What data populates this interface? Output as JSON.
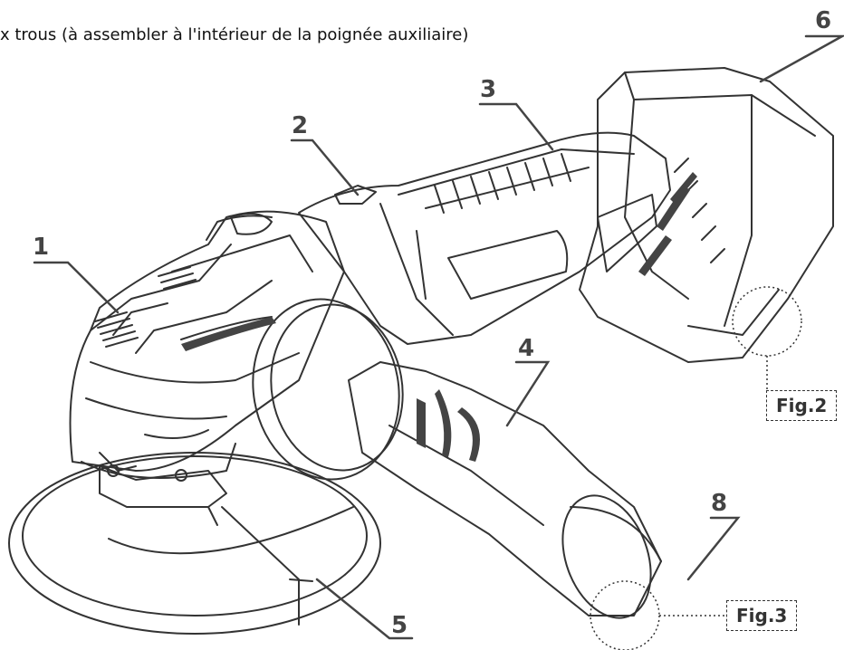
{
  "caption": "x trous (à assembler à l'intérieur de la poignée auxiliaire)",
  "callouts": [
    {
      "id": "1",
      "label": "1"
    },
    {
      "id": "2",
      "label": "2"
    },
    {
      "id": "3",
      "label": "3"
    },
    {
      "id": "4",
      "label": "4"
    },
    {
      "id": "5",
      "label": "5"
    },
    {
      "id": "6",
      "label": "6"
    },
    {
      "id": "8",
      "label": "8"
    }
  ],
  "figure_refs": {
    "fig2": "Fig.2",
    "fig3": "Fig.3"
  },
  "colors": {
    "line": "#333333",
    "leader": "#444444",
    "dark_fill": "#444444"
  }
}
